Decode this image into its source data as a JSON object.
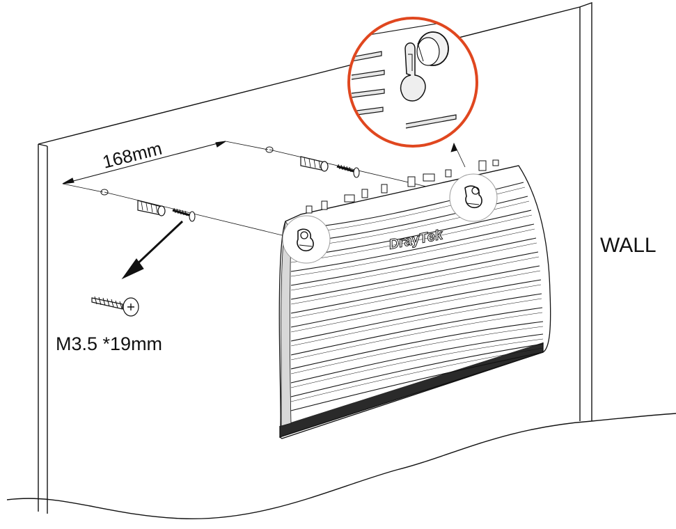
{
  "labels": {
    "spacing": "168mm",
    "screw_size": "M3.5 *19mm",
    "wall": "WALL",
    "brand": "DrayTek"
  },
  "colors": {
    "line": "#111111",
    "callout_circle": "#e0471f",
    "background": "#ffffff"
  },
  "icons": {
    "screw": "screw-icon",
    "anchor": "wall-anchor-icon",
    "arrow": "arrow-icon"
  }
}
